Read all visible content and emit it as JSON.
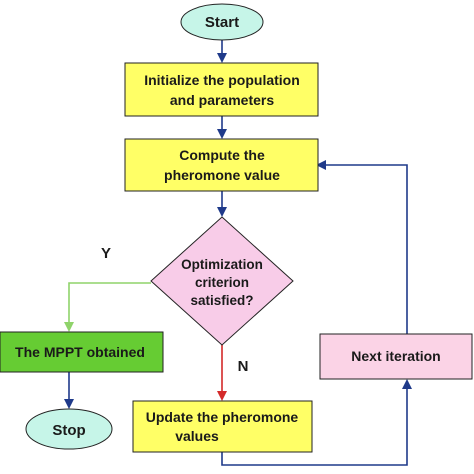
{
  "flowchart": {
    "start_label": "Start",
    "init_line1": "Initialize the population",
    "init_line2": "and parameters",
    "compute_line1": "Compute the",
    "compute_line2": "pheromone value",
    "decision_line1": "Optimization",
    "decision_line2": "criterion",
    "decision_line3": "satisfied?",
    "yes_label": "Y",
    "no_label": "N",
    "mppt_label": "The MPPT obtained",
    "stop_label": "Stop",
    "update_line1": "Update the pheromone",
    "update_line2": "values",
    "next_label": "Next iteration"
  },
  "colors": {
    "terminal_fill": "#c6f5e8",
    "process_fill": "#ffff66",
    "decision_fill": "#f8cce8",
    "result_fill": "#66cc33",
    "next_fill": "#fbd3e6",
    "blue_arrow": "#1f3a8a",
    "green_arrow": "#8fd36a",
    "red_arrow": "#d42a2a"
  }
}
